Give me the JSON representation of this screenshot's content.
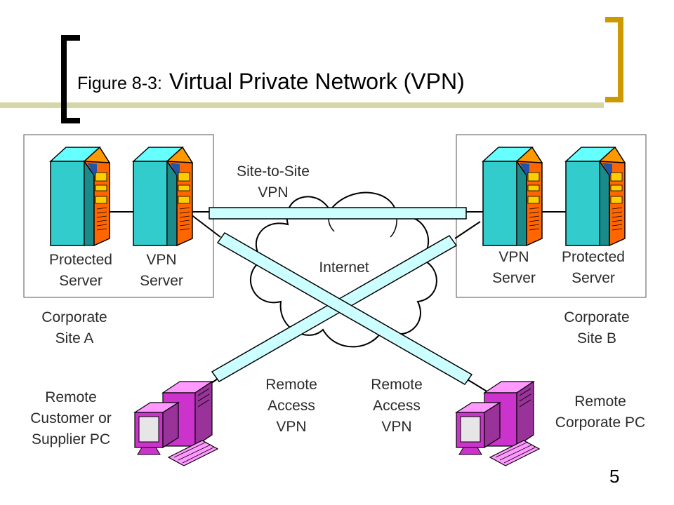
{
  "title": {
    "prefix": "Figure 8-3:",
    "main": "Virtual Private Network (VPN)"
  },
  "corporate_site_a": {
    "protected_server": [
      "Protected",
      "Server"
    ],
    "vpn_server": [
      "VPN",
      "Server"
    ],
    "site_label": [
      "Corporate",
      "Site A"
    ]
  },
  "corporate_site_b": {
    "vpn_server": [
      "VPN",
      "Server"
    ],
    "protected_server": [
      "Protected",
      "Server"
    ],
    "site_label": [
      "Corporate",
      "Site B"
    ]
  },
  "internet_label": "Internet",
  "site_to_site_label": [
    "Site-to-Site",
    "VPN"
  ],
  "remote_access_left_label": [
    "Remote",
    "Access",
    "VPN"
  ],
  "remote_access_right_label": [
    "Remote",
    "Access",
    "VPN"
  ],
  "remote_customer_pc": [
    "Remote",
    "Customer or",
    "Supplier PC"
  ],
  "remote_corporate_pc": [
    "Remote",
    "Corporate PC"
  ],
  "page_number": "5",
  "colors": {
    "server_cyan": "#33cccc",
    "server_orange": "#ff6600",
    "server_yellow": "#ffcc00",
    "pc_magenta": "#cc33cc",
    "tunnel_fill": "#ccffff",
    "bracket_dark": "#000000",
    "bracket_gold": "#cc9900",
    "title_bar": "#d6d6a8"
  },
  "icons": [
    "server-icon",
    "cloud-icon",
    "pc-icon"
  ]
}
